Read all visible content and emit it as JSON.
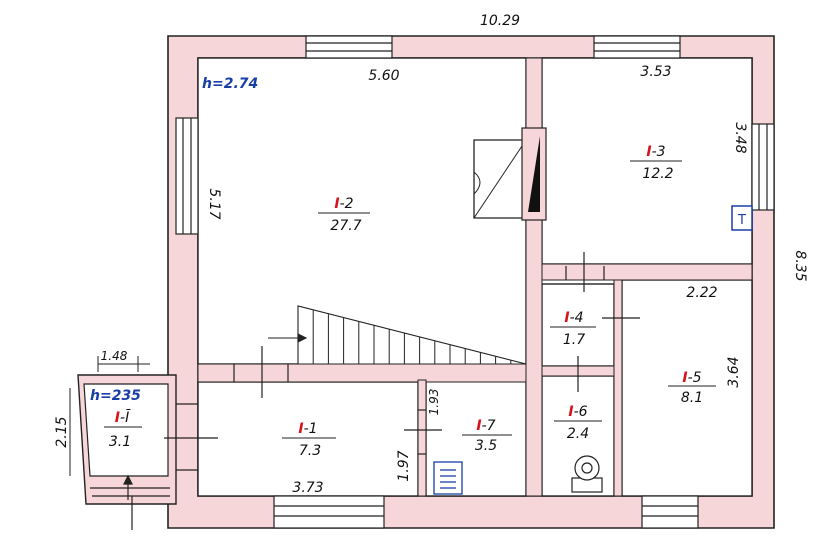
{
  "plan": {
    "overall_width": "10.29",
    "overall_depth": "8.35",
    "ceiling_main": "h=2.74",
    "ceiling_annex": "h=235",
    "dims": {
      "room2_width": "5.60",
      "room2_depth": "5.17",
      "room3_width": "3.53",
      "room3_depth": "3.48",
      "room5_width": "2.22",
      "room5_depth": "3.64",
      "room1_width": "3.73",
      "room7_depth_a": "1.93",
      "room7_depth_b": "1.97",
      "annex_width": "1.48",
      "annex_depth": "2.15"
    },
    "rooms": [
      {
        "prefix": "I",
        "num": "-2",
        "area": "27.7"
      },
      {
        "prefix": "I",
        "num": "-3",
        "area": "12.2"
      },
      {
        "prefix": "I",
        "num": "-4",
        "area": "1.7"
      },
      {
        "prefix": "I",
        "num": "-5",
        "area": "8.1"
      },
      {
        "prefix": "I",
        "num": "-1",
        "area": "7.3"
      },
      {
        "prefix": "I",
        "num": "-7",
        "area": "3.5"
      },
      {
        "prefix": "I",
        "num": "-6",
        "area": "2.4"
      },
      {
        "prefix": "I",
        "num": "-Ī",
        "area": "3.1"
      }
    ],
    "boiler_symbol": "T"
  }
}
